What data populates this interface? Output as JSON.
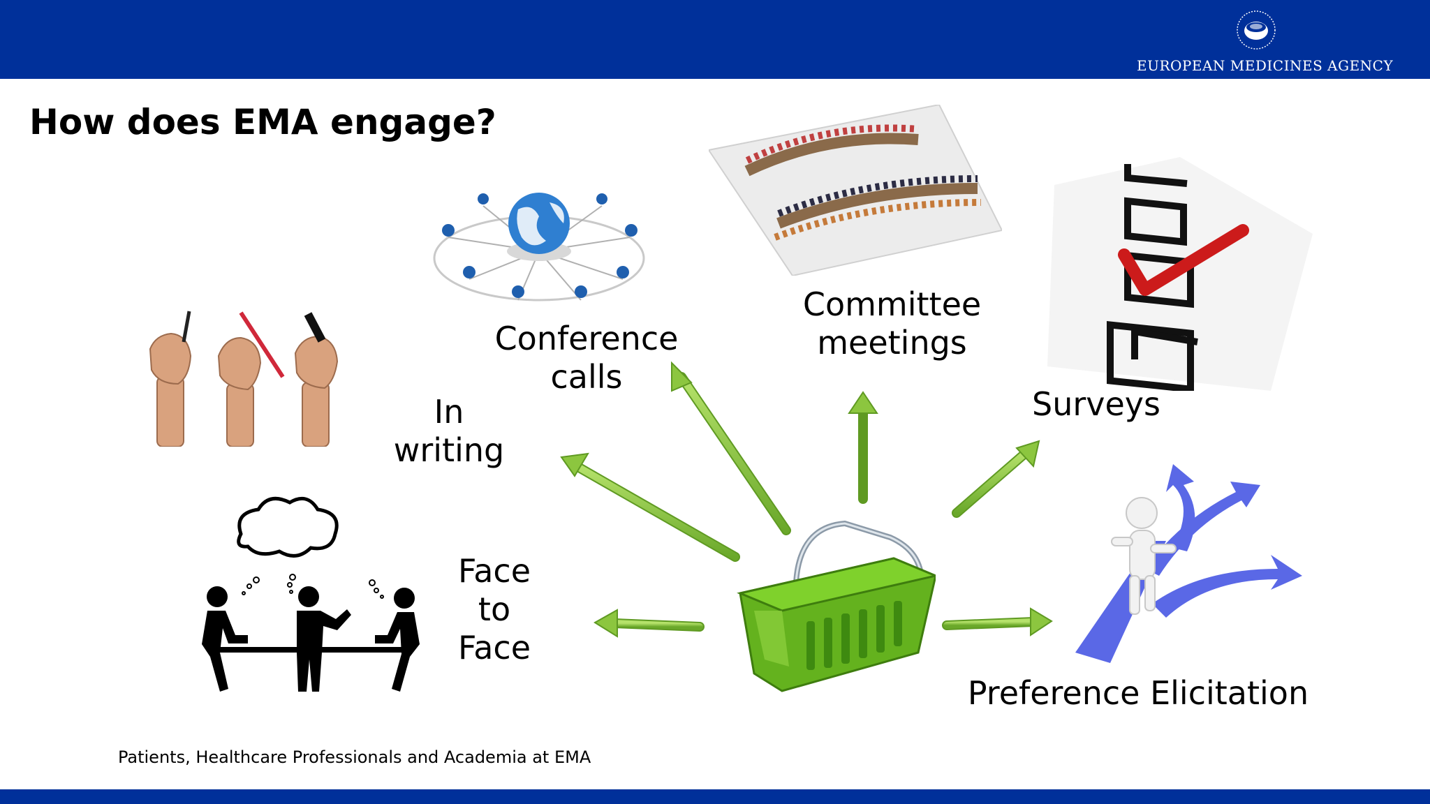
{
  "header": {
    "agency_name": "EUROPEAN MEDICINES AGENCY",
    "brand_color": "#00309a"
  },
  "slide": {
    "title": "How does EMA engage?",
    "footer": "Patients, Healthcare Professionals and Academia at EMA"
  },
  "diagram": {
    "hub_icon": "shopping-basket-icon",
    "arrow_color": "#8cc63f",
    "channels": [
      {
        "id": "in-writing",
        "label_lines": [
          "In",
          "writing"
        ],
        "icon": "writing-hands-icon"
      },
      {
        "id": "conference-calls",
        "label_lines": [
          "Conference",
          "calls"
        ],
        "icon": "globe-network-icon"
      },
      {
        "id": "committee-meetings",
        "label_lines": [
          "Committee",
          "meetings"
        ],
        "icon": "meeting-room-icon"
      },
      {
        "id": "surveys",
        "label_lines": [
          "Surveys"
        ],
        "icon": "checklist-icon"
      },
      {
        "id": "preference-elicitation",
        "label_lines": [
          "Preference Elicitation"
        ],
        "icon": "crossroads-figure-icon"
      },
      {
        "id": "face-to-face",
        "label_lines": [
          "Face",
          "to",
          "Face"
        ],
        "icon": "people-at-table-icon"
      }
    ]
  }
}
